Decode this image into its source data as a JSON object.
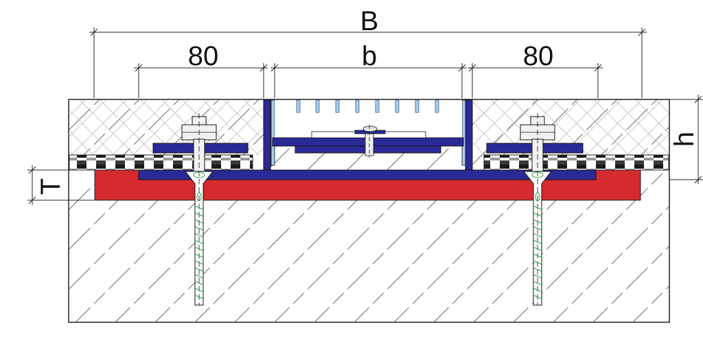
{
  "labels": {
    "overall_width": "B",
    "left_edge_width": "80",
    "gap_width": "b",
    "right_edge_width": "80",
    "height": "h",
    "thickness": "T"
  },
  "colors": {
    "base_plate": "#d42a30",
    "profile": "#2a2a96",
    "center_insert": "#a8cdea",
    "line": "#222222",
    "hatch": "#555555",
    "tile_hatch": "#bbbbbb",
    "anchor": "#2f9e44"
  }
}
